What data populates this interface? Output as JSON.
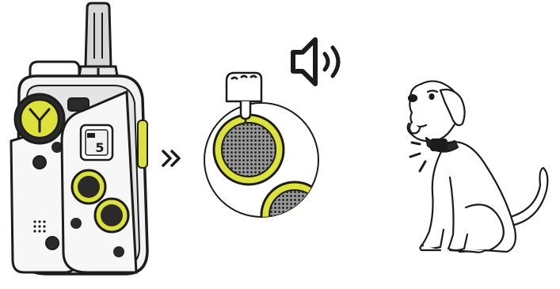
{
  "screen": {
    "lcd_readout": "5",
    "colors": {
      "accent": "#dde23a",
      "outline": "#1c1c1c",
      "background": "#ffffff",
      "body_gray": "#cfcfcf"
    },
    "icons": [
      "remote-transmitter-icon",
      "double-chevron-right-icon",
      "speaker-sound-icon",
      "button-press-finger-icon",
      "dog-with-collar-icon"
    ],
    "steps": [
      {
        "name": "remote-transmitter"
      },
      {
        "name": "arrow"
      },
      {
        "name": "press-tone-button"
      },
      {
        "name": "collar-beeps"
      }
    ]
  }
}
